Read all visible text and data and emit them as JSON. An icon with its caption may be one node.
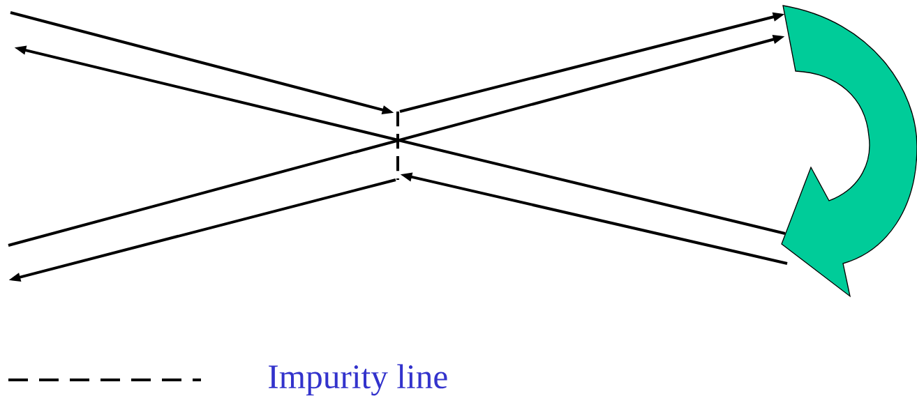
{
  "diagram": {
    "nodes": [
      {
        "text": [],
        "shape": "bar"
      },
      {
        "text": [],
        "shape": "arrow"
      }
    ],
    "edges": [
      {
        "from": null,
        "to": 0,
        "arrow": "to"
      },
      {
        "from": 0,
        "to": 1,
        "arrow": "to"
      },
      {
        "from": 1,
        "to": 0,
        "arrow": "to"
      },
      {
        "from": 0,
        "to": null,
        "arrow": "to"
      },
      {
        "from": 1,
        "to": null,
        "arrow": "to"
      },
      {
        "from": null,
        "to": 1,
        "arrow": "to"
      }
    ],
    "legend": [
      {
        "text": "Impurity line"
      }
    ]
  }
}
